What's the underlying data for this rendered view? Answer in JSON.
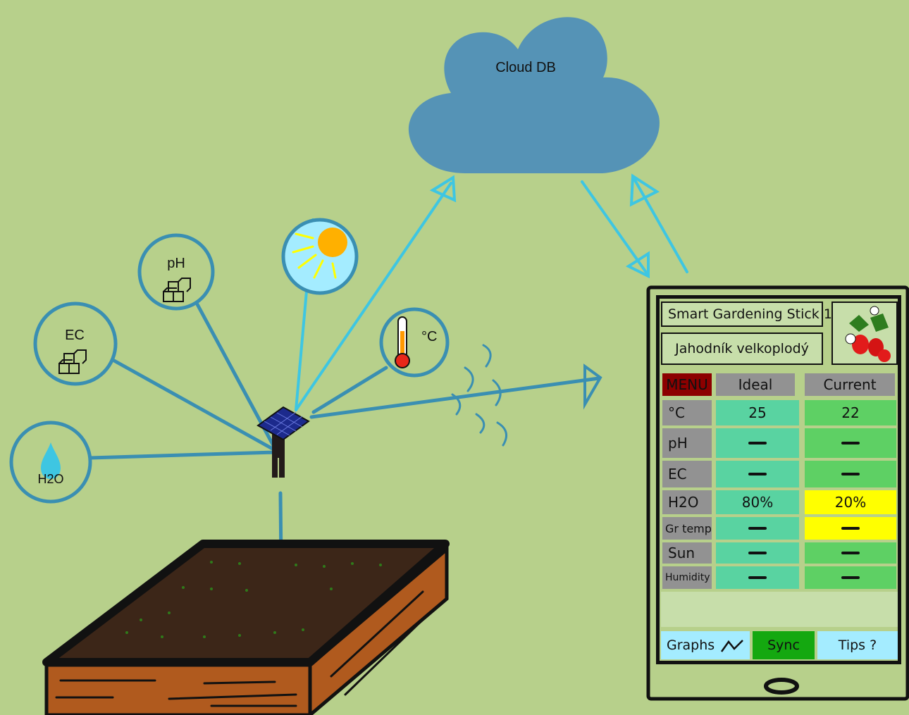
{
  "cloud": {
    "label": "Cloud DB"
  },
  "sensors": {
    "ph_label": "pH",
    "ec_label": "EC",
    "water_label": "H2O",
    "temp_label": "°C"
  },
  "app": {
    "device_name": "Smart Gardening Stick 1",
    "plant_name": "Jahodník velkoplodý",
    "menu_label": "MENU",
    "col_ideal": "Ideal",
    "col_current": "Current",
    "rows": [
      {
        "label": "°C",
        "ideal": "25",
        "current": "22",
        "current_status": "ok"
      },
      {
        "label": "pH",
        "ideal": "—",
        "current": "—",
        "current_status": "ok"
      },
      {
        "label": "EC",
        "ideal": "—",
        "current": "—",
        "current_status": "ok"
      },
      {
        "label": "H2O",
        "ideal": "80%",
        "current": "20%",
        "current_status": "warning"
      },
      {
        "label": "Gr temp",
        "ideal": "—",
        "current": "—",
        "current_status": "warning"
      },
      {
        "label": "Sun",
        "ideal": "—",
        "current": "—",
        "current_status": "ok"
      },
      {
        "label": "Humidity",
        "ideal": "—",
        "current": "—",
        "current_status": "ok"
      }
    ],
    "buttons": {
      "graphs": "Graphs",
      "sync": "Sync",
      "tips": "Tips ?"
    }
  },
  "colors": {
    "background": "#b7d08b",
    "cloud": "#5593b6",
    "arrow": "#3ec6e2",
    "line": "#3a8fb2",
    "ideal_cell": "#59d3a1",
    "ok_cell": "#5ed064",
    "warning_cell": "#ffff00",
    "label_cell": "#929292",
    "menu": "#8c0000",
    "sync": "#14a810",
    "tips": "#a4ecff",
    "graphs": "#a4ecff",
    "soil": "#3c2618",
    "wood": "#b05a1e"
  }
}
